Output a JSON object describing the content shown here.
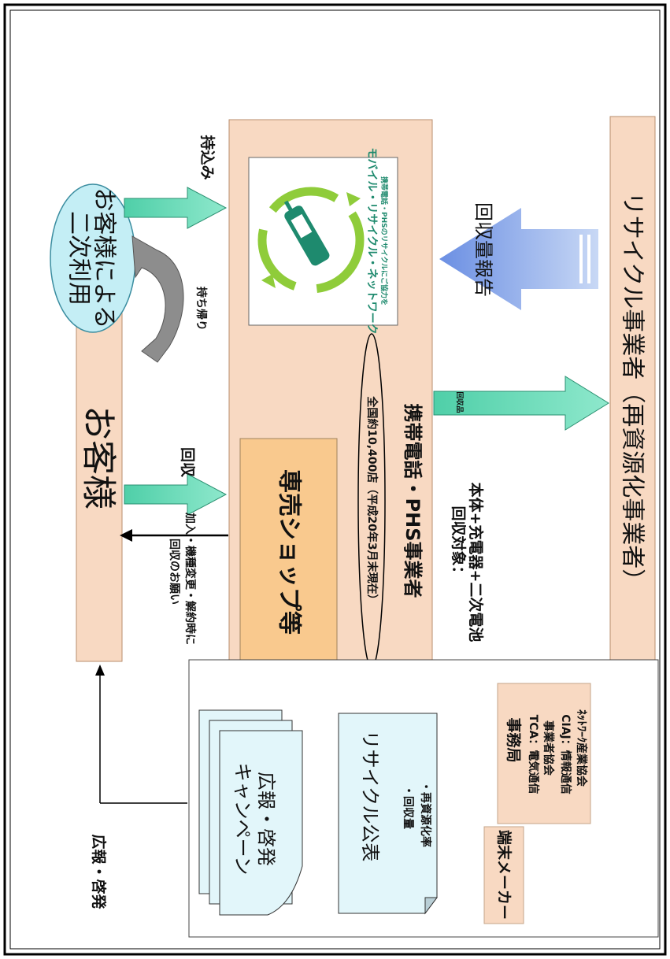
{
  "diagram": {
    "customer": "お客様",
    "secondary_use": {
      "line1": "お客様による",
      "line2": "二次利用"
    },
    "bring_in": "持込み",
    "take_home": "持ち帰り",
    "collect": "回収",
    "request": {
      "line1": "加入・機種変更・解約時に",
      "line2": "回収のお願い"
    },
    "shop": "専売ショップ等",
    "stores": "全国約10,400店（平成20年3月末現在）",
    "carrier": "携帯電話・PHS事業者",
    "logo": {
      "title": "モバイル・リサイクル・ネットワーク",
      "subtitle": "携帯電話・PHSのリサイクルにご協力を"
    },
    "report": "回収量報告",
    "collected_goods": "回収品",
    "target": {
      "line1": "回収対象：",
      "line2": "本体+充電器+二次電池"
    },
    "recycler": "リサイクル事業者（再資源化事業者）",
    "pr_label": "広報・啓発",
    "campaign": {
      "line1": "広報・啓発",
      "line2": "キャンペーン"
    },
    "publish": {
      "title": "リサイクル公表",
      "item1": "・回収量",
      "item2": "・再資源化率"
    },
    "secretariat": {
      "title": "事務局",
      "line1": "TCA：電気通信",
      "line2": "事業者協会",
      "line3": "CIAJ：情報通信",
      "line4": "ﾈｯﾄﾜｰｸ産業協会"
    },
    "maker": "端末メーカー",
    "colors": {
      "customer_box": "#f8d9c2",
      "shop_box": "#f9c98e",
      "bubble": "#c4eef5",
      "green_arrow": "#63d6b3",
      "blue_arrow": "#6b8fe3",
      "campaign": "#e2f6fa",
      "secretariat": "#f8d9c2"
    }
  }
}
